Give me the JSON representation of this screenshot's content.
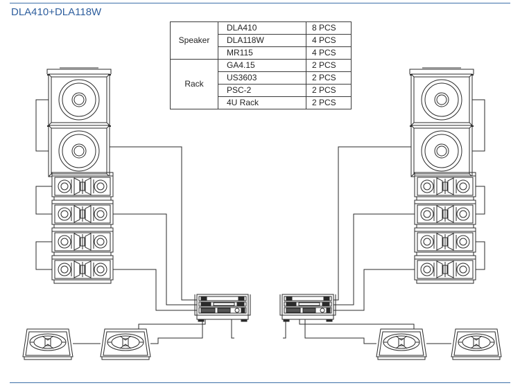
{
  "title": "DLA410+DLA118W",
  "bom": {
    "groups": [
      {
        "name": "Speaker",
        "items": [
          {
            "name": "DLA410",
            "qty": "8 PCS"
          },
          {
            "name": "DLA118W",
            "qty": "4 PCS"
          },
          {
            "name": "MR115",
            "qty": "4 PCS"
          }
        ]
      },
      {
        "name": "Rack",
        "items": [
          {
            "name": "GA4.15",
            "qty": "2 PCS"
          },
          {
            "name": "US3603",
            "qty": "2 PCS"
          },
          {
            "name": "PSC-2",
            "qty": "2 PCS"
          },
          {
            "name": "4U Rack",
            "qty": "2 PCS"
          }
        ]
      }
    ]
  },
  "colors": {
    "accent": "#2f5f9e",
    "line": "#3b6fa8",
    "stroke": "#2a2a2a"
  },
  "icons": {
    "subwoofer": "subwoofer-cabinet-icon",
    "line_array": "line-array-module-icon",
    "rack": "amplifier-rack-icon",
    "monitor": "stage-monitor-icon"
  }
}
